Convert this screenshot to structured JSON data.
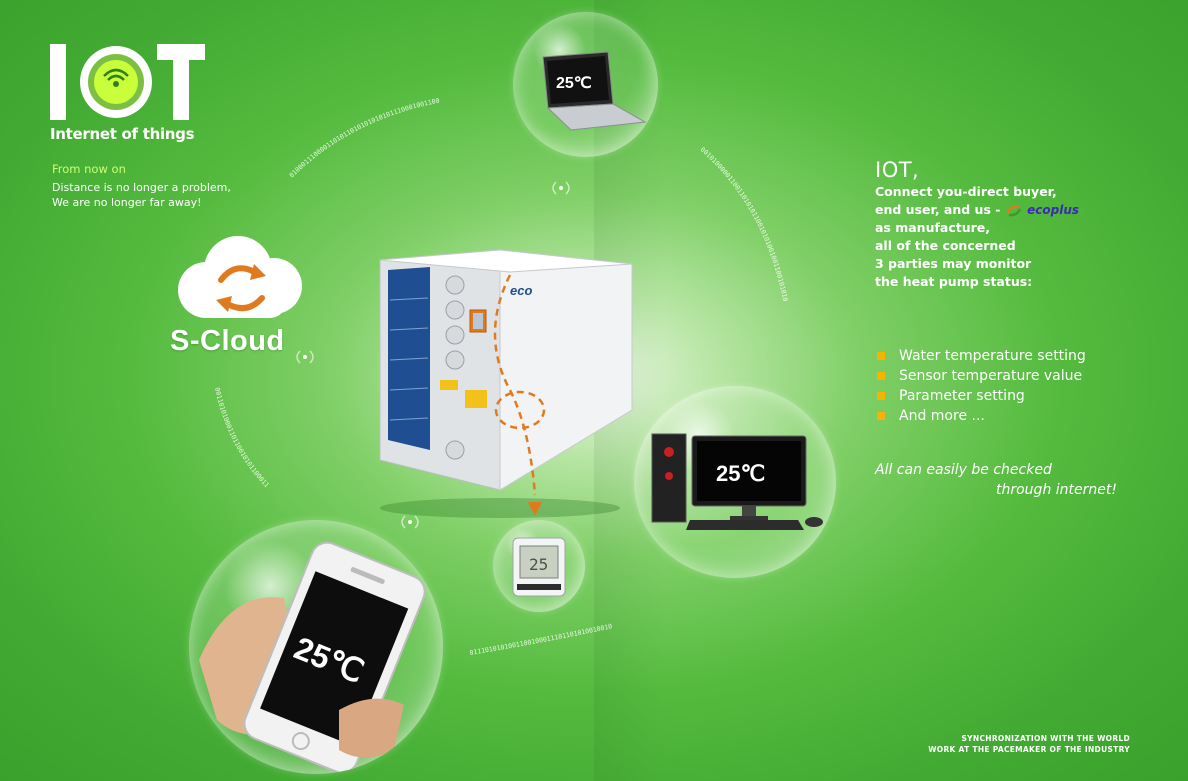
{
  "logo": {
    "letters": "IOT",
    "subtitle": "Internet of things"
  },
  "intro": {
    "lead": "From now on",
    "line1": "Distance is no longer a problem,",
    "line2": "We are no longer far away!"
  },
  "cloud": {
    "label": "S-Cloud"
  },
  "devices": {
    "laptop_temp": "25℃",
    "pc_temp": "25℃",
    "phone_temp": "25℃",
    "panel_temp": "25"
  },
  "heatpump": {
    "brand": "eco"
  },
  "right": {
    "title": "IOT,",
    "line1": "Connect you-direct buyer,",
    "line2_prefix": "end user, and us -",
    "brand_inline": "ecoplus",
    "line3": "as manufacture,",
    "line4": "all of the concerned",
    "line5": "3 parties may monitor",
    "line6": "the heat pump status:",
    "features": [
      "Water temperature setting",
      "Sensor temperature value",
      "Parameter setting",
      "And more ..."
    ],
    "closing1": "All can easily be checked",
    "closing2": "through internet!"
  },
  "binary": {
    "top": "0100011100001101011010101010101110001001100",
    "right": "001010000011001101010110010101001001100101010",
    "left": "00110101000110110010101100011",
    "bottom": "0111010101001100100011101101010010010"
  },
  "footer": {
    "line1": "SYNCHRONIZATION WITH THE WORLD",
    "line2": "WORK AT  THE PACEMAKER OF THE INDUSTRY"
  },
  "colors": {
    "background": "#4cb63a",
    "accent_orange": "#e07a1f",
    "bullet": "#f5b400",
    "intro_lead": "#ccff77"
  }
}
